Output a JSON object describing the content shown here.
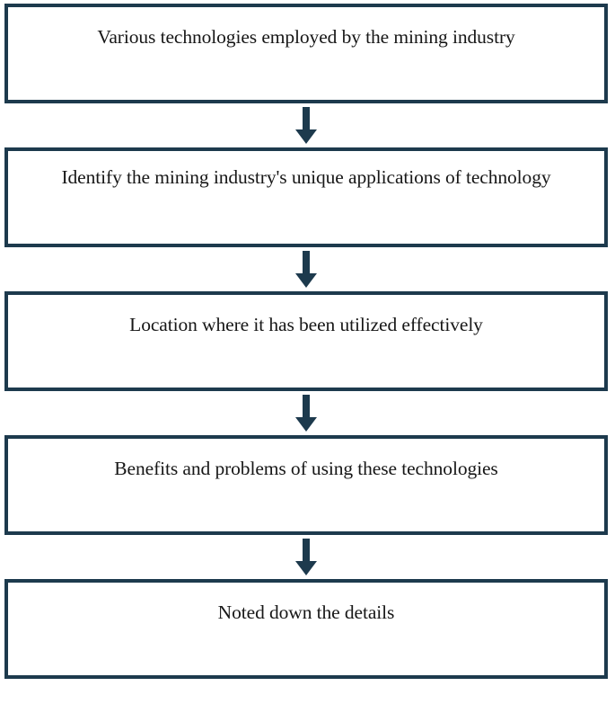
{
  "diagram": {
    "type": "flowchart",
    "orientation": "vertical",
    "title": "Methodology flowchart for reviewing mining industry technologies",
    "colors": {
      "box_border": "#1d3a4d",
      "box_fill": "#ffffff",
      "arrow": "#1d3a4d",
      "text": "#171717",
      "background": "#ffffff"
    },
    "nodes": [
      {
        "id": "node-1",
        "label": "Various technologies employed by the mining industry",
        "shape": "rectangle",
        "lines": 1
      },
      {
        "id": "node-2",
        "label": "Identify the mining industry's unique applications of technology",
        "shape": "rectangle",
        "lines": 2
      },
      {
        "id": "node-3",
        "label": "Location where it has been utilized effectively",
        "shape": "rectangle",
        "lines": 1
      },
      {
        "id": "node-4",
        "label": "Benefits and problems of using these technologies",
        "shape": "rectangle",
        "lines": 1
      },
      {
        "id": "node-5",
        "label": "Noted down the details",
        "shape": "rectangle",
        "lines": 1
      }
    ],
    "connectors": [
      {
        "id": "arrow-1",
        "from": "node-1",
        "to": "node-2",
        "icon": "arrow-down-icon"
      },
      {
        "id": "arrow-2",
        "from": "node-2",
        "to": "node-3",
        "icon": "arrow-down-icon"
      },
      {
        "id": "arrow-3",
        "from": "node-3",
        "to": "node-4",
        "icon": "arrow-down-icon"
      },
      {
        "id": "arrow-4",
        "from": "node-4",
        "to": "node-5",
        "icon": "arrow-down-icon"
      }
    ]
  }
}
